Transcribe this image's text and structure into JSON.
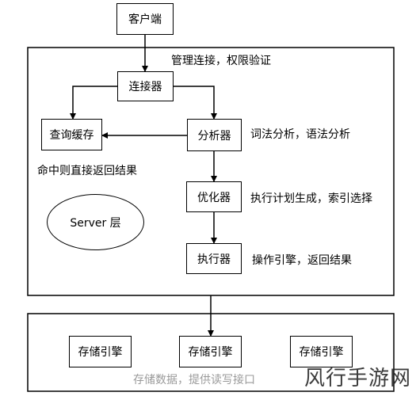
{
  "nodes": {
    "client": "客户端",
    "connector": "连接器",
    "query_cache": "查询缓存",
    "analyzer": "分析器",
    "optimizer": "优化器",
    "executor": "执行器",
    "engine_1": "存储引擎",
    "engine_2": "存储引擎",
    "engine_3": "存储引擎"
  },
  "labels": {
    "server_note": "管理连接，权限验证",
    "analyzer_note": "词法分析，语法分析",
    "optimizer_note": "执行计划生成，索引选择",
    "executor_note": "操作引擎，返回结果",
    "cache_hit_note": "命中则直接返回结果",
    "server_layer": "Server 层",
    "storage_note": "存储数据，提供读写接口"
  },
  "watermark": "风行手游网"
}
